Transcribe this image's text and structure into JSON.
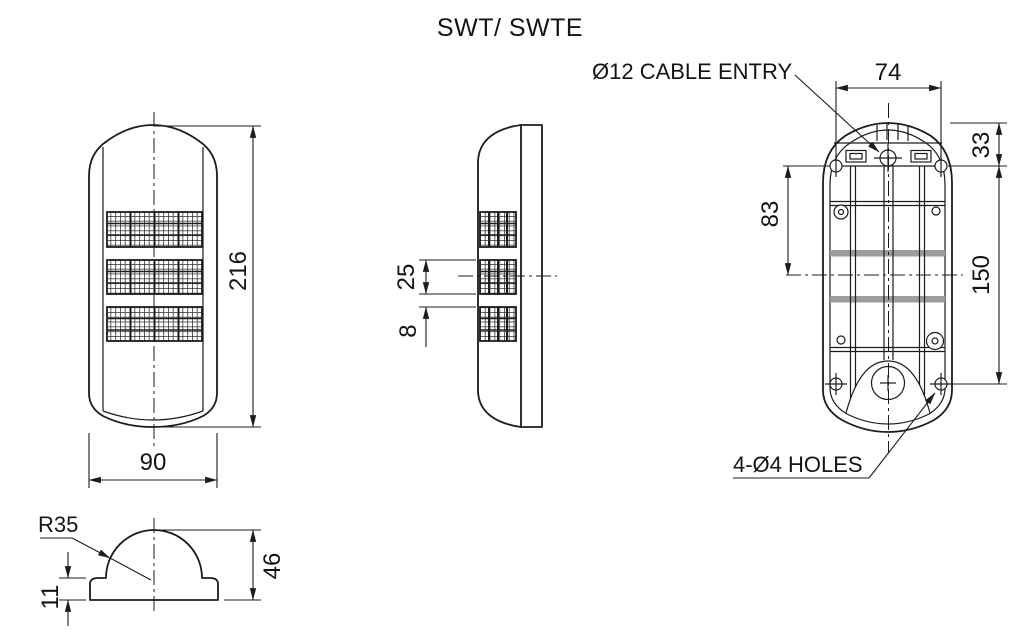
{
  "title": "SWT/ SWTE",
  "drawing": {
    "front_view": {
      "height": "216",
      "width": "90"
    },
    "side_view": {
      "reflector_height": "25",
      "reflector_gap": "8"
    },
    "back_view": {
      "cable_entry_label": "Ø12 CABLE ENTRY",
      "holes_label": "4-Ø4 HOLES",
      "hole_spacing_width": "74",
      "top_to_hole": "33",
      "hole_to_center": "83",
      "hole_spacing_height": "150"
    },
    "profile_view": {
      "dome_radius": "R35",
      "overall_height": "46",
      "base_height": "11"
    }
  },
  "colors": {
    "line": "#1c1c1c",
    "rib_gray": "#9c9c9c",
    "background": "#ffffff"
  }
}
